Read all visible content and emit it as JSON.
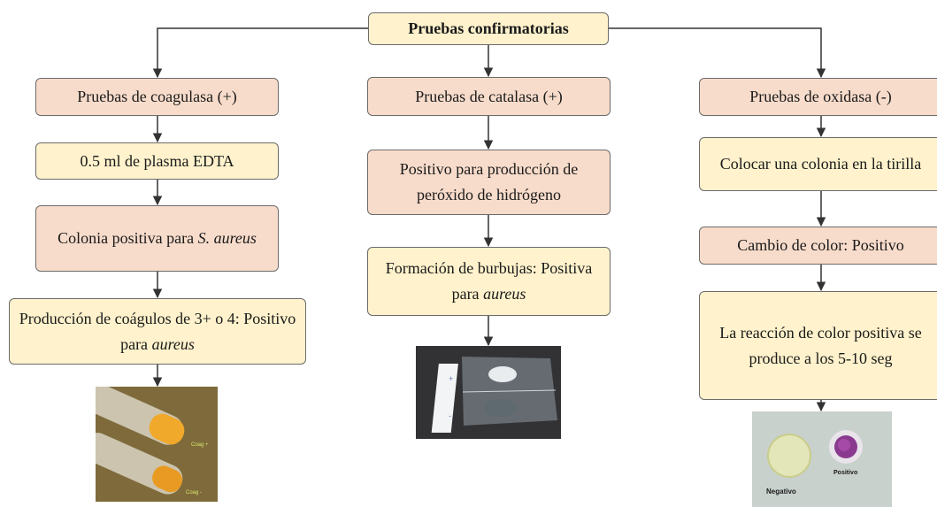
{
  "root": {
    "title": "Pruebas confirmatorias"
  },
  "columns": [
    {
      "header": "Pruebas de coagulasa (+)",
      "steps": [
        {
          "text": "0.5 ml de plasma EDTA"
        },
        {
          "text": "Colonia positiva para ",
          "italic": "S. aureus"
        },
        {
          "text": "Producción de coágulos de 3+ o 4: Positivo para ",
          "italic": "aureus"
        }
      ],
      "photo": {
        "name": "coagulase-tubes-photo",
        "labels": [
          "Coag +",
          "Coag -"
        ]
      }
    },
    {
      "header": "Pruebas de catalasa (+)",
      "steps": [
        {
          "text": "Positivo para producción de peróxido de hidrógeno"
        },
        {
          "text": "Formación de burbujas: Positiva para ",
          "italic": "aureus"
        }
      ],
      "photo": {
        "name": "catalase-slide-photo",
        "labels": [
          "+",
          "-"
        ]
      }
    },
    {
      "header": "Pruebas de oxidasa (-)",
      "steps": [
        {
          "text": "Colocar una colonia en la tirilla"
        },
        {
          "text": "Cambio de color: Positivo"
        },
        {
          "text": "La reacción de color positiva se produce a los 5-10 seg"
        }
      ],
      "photo": {
        "name": "oxidase-strip-photo",
        "labels": [
          "Negativo",
          "Positivo"
        ]
      }
    }
  ]
}
